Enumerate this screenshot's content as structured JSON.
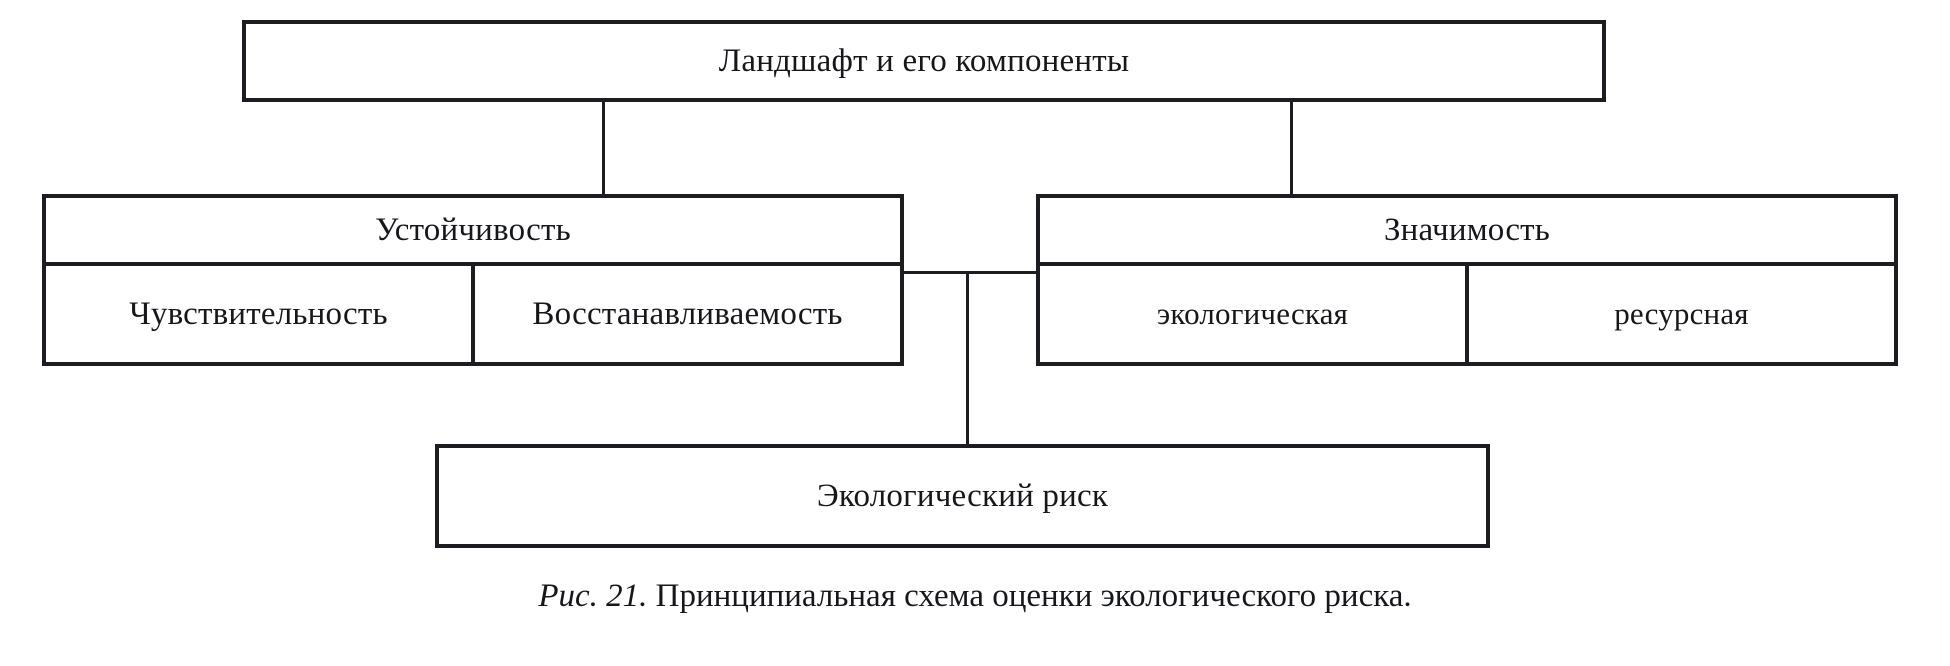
{
  "figure": {
    "type": "diagram",
    "kind": "hierarchy-tree",
    "language": "ru",
    "root": {
      "label": "Ландшафт и его компоненты"
    },
    "branches": [
      {
        "id": "stability",
        "header": "Устойчивость",
        "children": [
          {
            "label": "Чувствительность"
          },
          {
            "label": "Восстанавливаемость"
          }
        ]
      },
      {
        "id": "significance",
        "header": "Значимость",
        "children": [
          {
            "label": "экологическая"
          },
          {
            "label": "ресурсная"
          }
        ]
      }
    ],
    "outcome": {
      "label": "Экологический риск"
    },
    "caption": {
      "figure_number": "Рис. 21.",
      "text": "Принципиальная схема оценки экологического риска."
    },
    "colors": {
      "ink": "#1b1d20",
      "paper": "#ffffff"
    }
  }
}
